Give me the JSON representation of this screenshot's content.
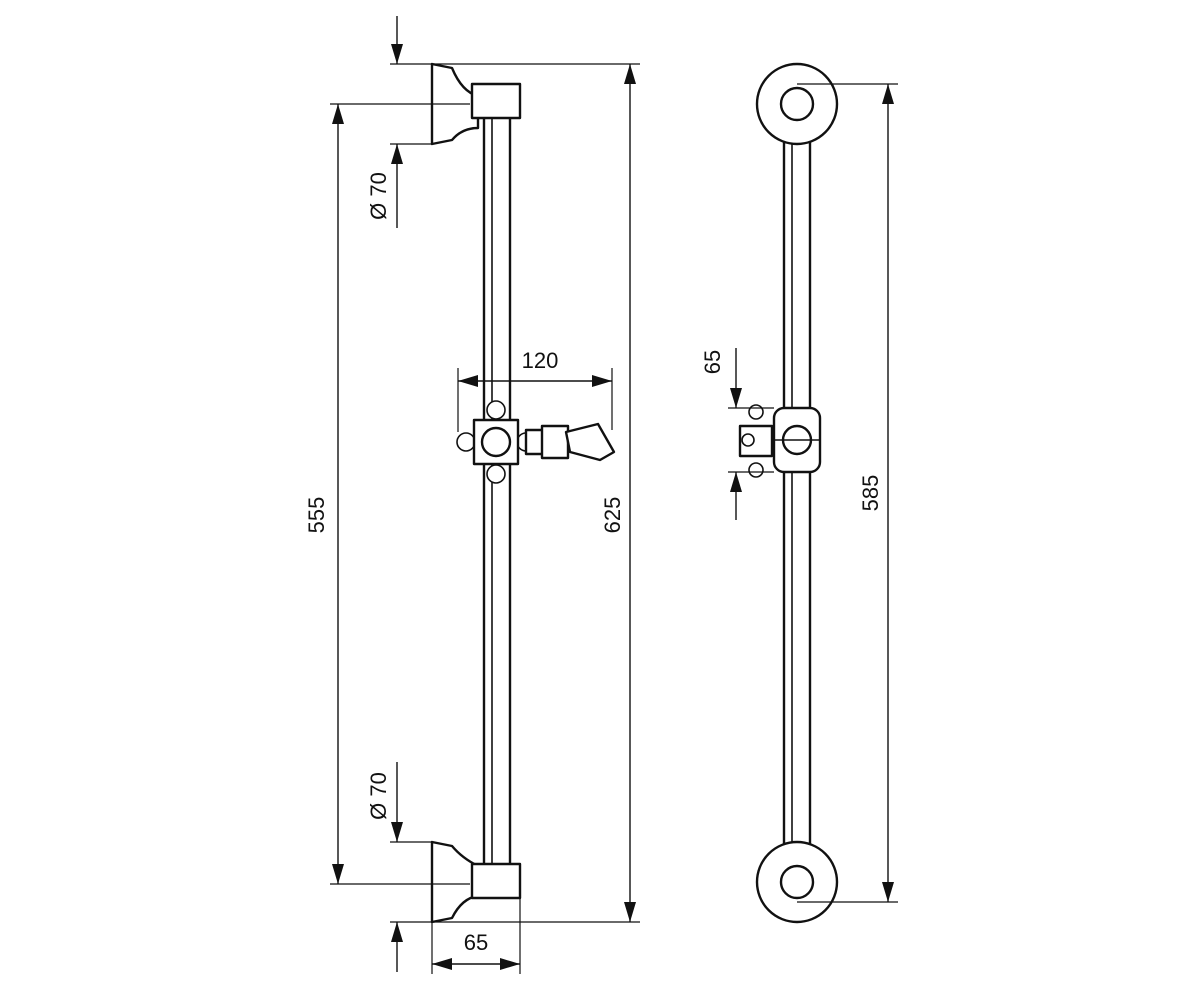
{
  "line_color": "#111111",
  "background_color": "#ffffff",
  "side_view": {
    "total_height": "625",
    "bracket_spacing": "555",
    "top_bracket_diameter": "Ø 70",
    "bottom_bracket_diameter": "Ø 70",
    "slider_reach": "120",
    "wall_projection": "65"
  },
  "front_view": {
    "bracket_spacing": "585",
    "slider_width": "65"
  }
}
